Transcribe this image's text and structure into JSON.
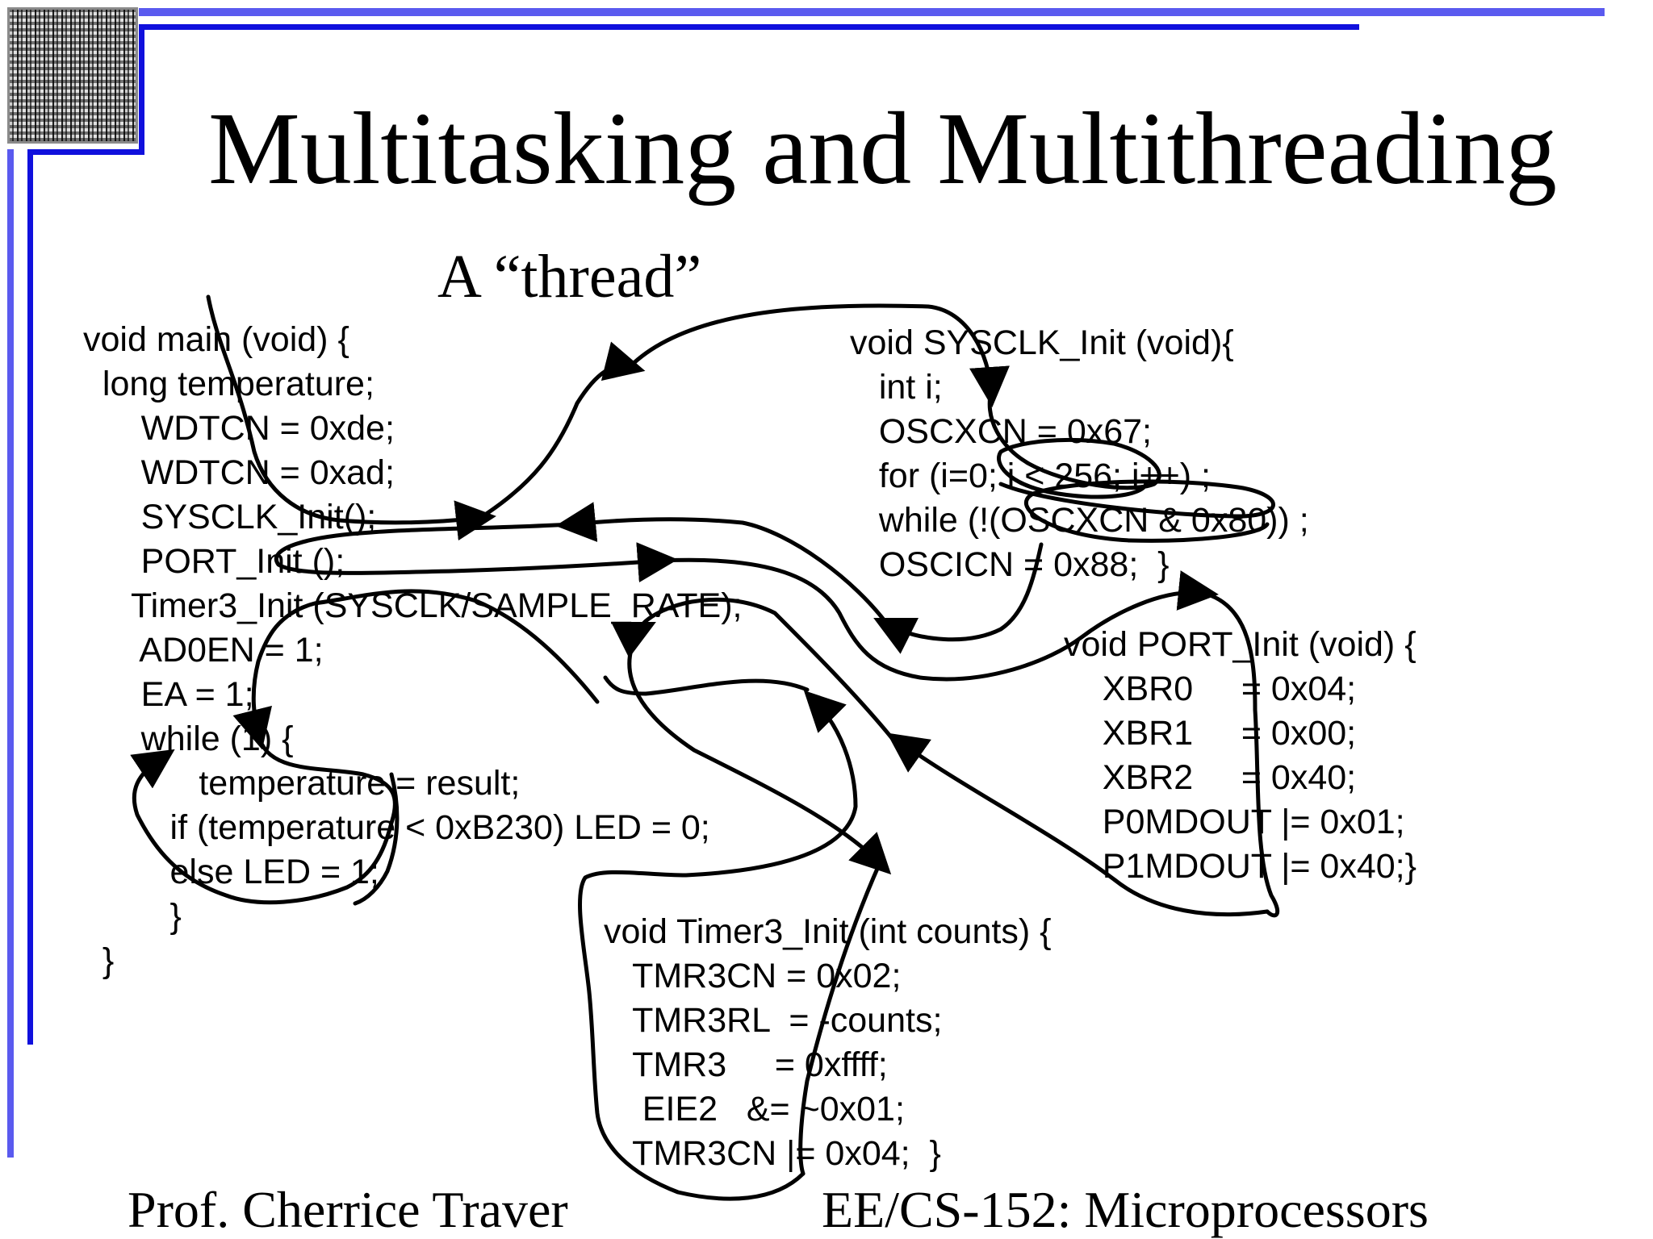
{
  "slide": {
    "title": "Multitasking and Multithreading",
    "subtitle": "A “thread”",
    "footer_left": "Prof. Cherrice Traver",
    "footer_right": "EE/CS-152: Microprocessors",
    "accent_color": "#5555ee",
    "frame_color": "#1010dd",
    "logo_icon": "chip-die-image-icon"
  },
  "code": {
    "main": [
      "void main (void) {",
      "  long temperature;",
      "      WDTCN = 0xde;",
      "      WDTCN = 0xad;",
      "      SYSCLK_Init();",
      "      PORT_Init ();",
      "     Timer3_Init (SYSCLK/SAMPLE_RATE);",
      "      AD0EN = 1;",
      "      EA = 1;",
      "      while (1) {",
      "            temperature = result;",
      "         if (temperature < 0xB230) LED = 0;",
      "         else LED = 1;",
      "         }",
      "  }"
    ],
    "sysclk_init": [
      "void SYSCLK_Init (void){",
      "   int i;",
      "   OSCXCN = 0x67;",
      "   for (i=0; i < 256; i++) ;",
      "   while (!(OSCXCN & 0x80)) ;",
      "   OSCICN = 0x88;  }"
    ],
    "port_init": [
      "void PORT_Init (void) {",
      "    XBR0     = 0x04;",
      "    XBR1     = 0x00;",
      "    XBR2     = 0x40;",
      "    P0MDOUT |= 0x01;",
      "    P1MDOUT |= 0x40;}"
    ],
    "timer3_init": [
      "void Timer3_Init (int counts) {",
      "   TMR3CN = 0x02;",
      "   TMR3RL  = -counts;",
      "   TMR3     = 0xffff;",
      "    EIE2   &= ~0x01;",
      "   TMR3CN |= 0x04;  }"
    ]
  }
}
